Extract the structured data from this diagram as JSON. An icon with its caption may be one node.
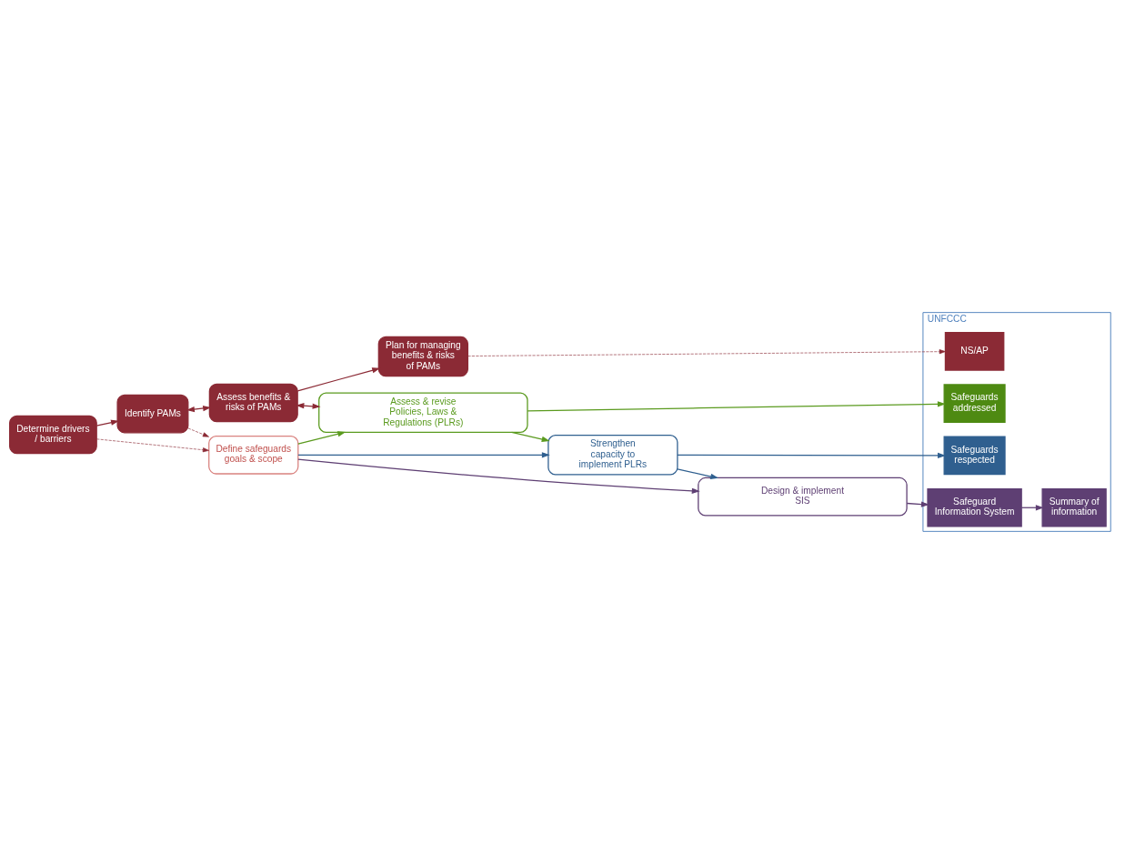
{
  "diagram": {
    "nodes": [
      {
        "text": [
          "UNFCCC"
        ]
      },
      {
        "text": [
          "Determine drivers / barriers"
        ]
      },
      {
        "text": [
          "Identify PAMs"
        ]
      },
      {
        "text": [
          "Assess benefits & risks of PAMs"
        ]
      },
      {
        "text": [
          "Plan for managing benefits & risks of PAMs"
        ]
      },
      {
        "text": [
          "NS/AP"
        ],
        "in": 0
      },
      {
        "text": [
          "Assess & revise Policies, Laws & Regulations (PLRs)"
        ]
      },
      {
        "text": [
          "Safeguards addressed"
        ],
        "in": 0
      },
      {
        "text": [
          "Define safeguards goals & scope"
        ]
      },
      {
        "text": [
          "Strengthen capacity to implement PLRs"
        ]
      },
      {
        "text": [
          "Safeguards respected"
        ],
        "in": 0
      },
      {
        "text": [
          "Design & implement SIS"
        ]
      },
      {
        "text": [
          "Safeguard Information System"
        ],
        "in": 0
      },
      {
        "text": [
          "Summary of information"
        ],
        "in": 0
      }
    ],
    "edges": [
      {
        "from": 1,
        "to": 2,
        "arrow": "to"
      },
      {
        "from": 2,
        "to": 3,
        "arrow": "both"
      },
      {
        "from": 3,
        "to": 4,
        "arrow": "to"
      },
      {
        "from": 4,
        "to": 5,
        "arrow": "to",
        "style": "dashed"
      },
      {
        "from": 3,
        "to": 6,
        "arrow": "both"
      },
      {
        "from": 1,
        "to": 8,
        "arrow": "to",
        "style": "dashed"
      },
      {
        "from": 2,
        "to": 8,
        "arrow": "to",
        "style": "dashed"
      },
      {
        "from": 8,
        "to": 6,
        "arrow": "to",
        "color": "#5a9a1e"
      },
      {
        "from": 8,
        "to": 9,
        "arrow": "to",
        "color": "#2f5f8f"
      },
      {
        "from": 8,
        "to": 11,
        "arrow": "to",
        "color": "#5e3f73"
      },
      {
        "from": 6,
        "to": 7,
        "arrow": "to",
        "color": "#5a9a1e"
      },
      {
        "from": 6,
        "to": 9,
        "arrow": "to",
        "color": "#5a9a1e"
      },
      {
        "from": 9,
        "to": 10,
        "arrow": "to",
        "color": "#2f5f8f"
      },
      {
        "from": 9,
        "to": 11,
        "arrow": "to",
        "color": "#2f5f8f"
      },
      {
        "from": 11,
        "to": 12,
        "arrow": "to",
        "color": "#5e3f73"
      },
      {
        "from": 12,
        "to": 13,
        "arrow": "to",
        "color": "#5e3f73"
      }
    ]
  }
}
